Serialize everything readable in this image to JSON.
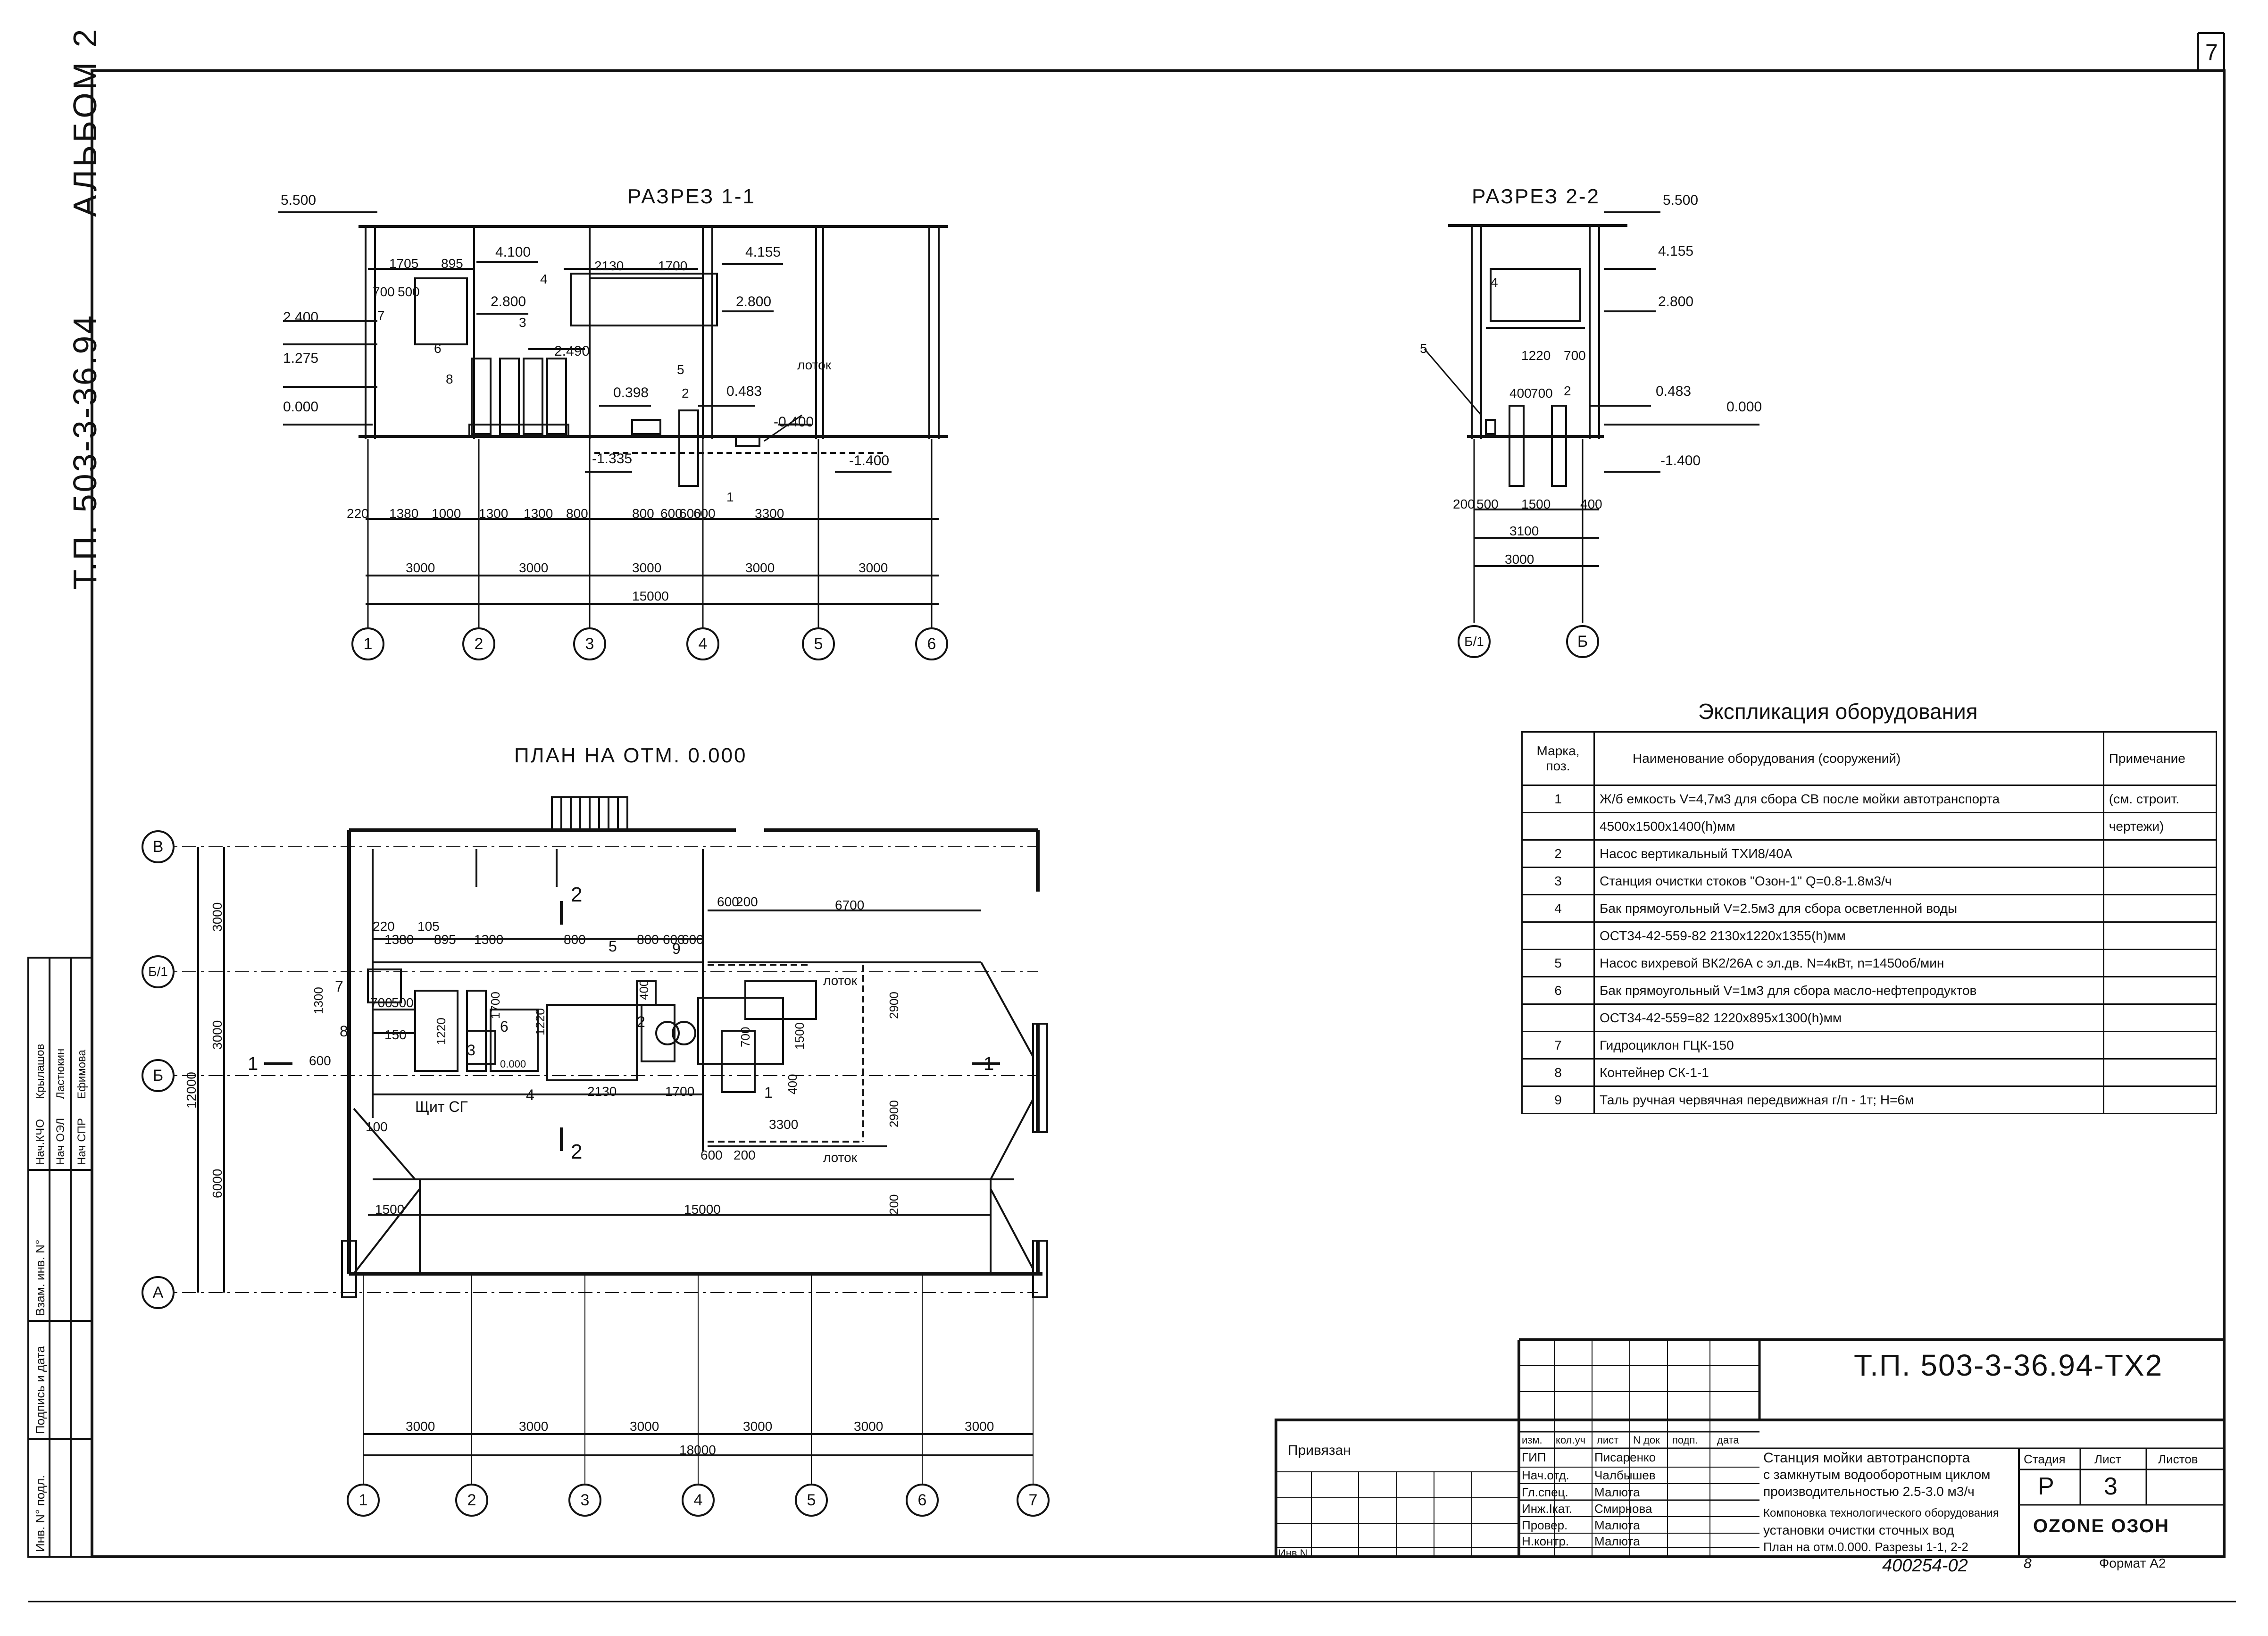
{
  "sheet": {
    "number": "7",
    "album": "АЛЬБОМ 2",
    "series_side": "Т.П. 503-3-36.94",
    "format": "Формат А2",
    "inventory_note": "400254-02",
    "inventory_suffix": "8"
  },
  "section11": {
    "title": "РАЗРЕЗ 1-1",
    "levels": [
      "5.500",
      "4.100",
      "4.155",
      "2.800",
      "2.800",
      "2.490",
      "2.400",
      "1.275",
      "0.000",
      "0.398",
      "0.483",
      "-0.400",
      "-1.335",
      "-1.400"
    ],
    "top_dims": [
      "1705",
      "895",
      "2130",
      "1700",
      "700",
      "500"
    ],
    "bottom_dims": [
      "220",
      "1380",
      "1000",
      "1300",
      "1300",
      "800",
      "800",
      "600",
      "600",
      "600",
      "3300"
    ],
    "spans": [
      "3000",
      "3000",
      "3000",
      "3000",
      "3000"
    ],
    "total": "15000",
    "axes": [
      "1",
      "2",
      "3",
      "4",
      "5",
      "6"
    ],
    "marks": [
      "7",
      "6",
      "3",
      "4",
      "8",
      "5",
      "2",
      "1"
    ],
    "lotok": "лоток"
  },
  "section22": {
    "title": "РАЗРЕЗ 2-2",
    "levels": [
      "5.500",
      "4.155",
      "2.800",
      "0.483",
      "0.000",
      "-1.400"
    ],
    "dims": [
      "1220",
      "700",
      "400",
      "700",
      "200",
      "500",
      "1500",
      "400",
      "3100",
      "3000"
    ],
    "axes": [
      "Б/1",
      "Б"
    ],
    "marks": [
      "4",
      "5",
      "2"
    ]
  },
  "plan": {
    "title": "ПЛАН НА ОТМ. 0.000",
    "row_axes": [
      "В",
      "Б/1",
      "Б",
      "А"
    ],
    "col_axes": [
      "1",
      "2",
      "3",
      "4",
      "5",
      "6",
      "7"
    ],
    "left_dims": [
      "3000",
      "3000",
      "6000",
      "12000"
    ],
    "spans": [
      "3000",
      "3000",
      "3000",
      "3000",
      "3000",
      "3000"
    ],
    "total": "18000",
    "inner_total": "15000",
    "left_offset": "1500",
    "dims_top": [
      "220",
      "1380",
      "105",
      "895",
      "1300",
      "800",
      "800",
      "600",
      "600",
      "600",
      "200",
      "6700"
    ],
    "dims_mid": [
      "1300",
      "700",
      "500",
      "1220",
      "1700",
      "1220",
      "600",
      "150",
      "2130",
      "1700",
      "3300",
      "2900",
      "2900",
      "1500",
      "700",
      "400",
      "600",
      "200",
      "200",
      "400",
      "100"
    ],
    "marks": [
      "7",
      "8",
      "3",
      "4",
      "5",
      "2",
      "1",
      "9",
      "6"
    ],
    "panel": "Щит СГ",
    "lotok": "лоток",
    "level_mark": "0.000",
    "cut1": "1",
    "cut2": "2"
  },
  "explication": {
    "title": "Экспликация оборудования",
    "headers": [
      "Марка, поз.",
      "Наименование оборудования (сооружений)",
      "Примечание"
    ],
    "rows": [
      {
        "pos": "1",
        "name": "Ж/б емкость V=4,7м3 для сбора СВ после мойки автотранспорта",
        "note": "(см. строит."
      },
      {
        "pos": "",
        "name": "4500х1500х1400(h)мм",
        "note": "чертежи)"
      },
      {
        "pos": "2",
        "name": "Насос вертикальный ТХИ8/40А",
        "note": ""
      },
      {
        "pos": "3",
        "name": "Станция очистки стоков \"Озон-1\" Q=0.8-1.8м3/ч",
        "note": ""
      },
      {
        "pos": "4",
        "name": "Бак прямоугольный V=2.5м3 для сбора осветленной воды",
        "note": ""
      },
      {
        "pos": "",
        "name": "ОСТ34-42-559-82   2130х1220х1355(h)мм",
        "note": ""
      },
      {
        "pos": "5",
        "name": "Насос вихревой ВК2/26А с эл.дв. N=4кВт, n=1450об/мин",
        "note": ""
      },
      {
        "pos": "6",
        "name": "Бак прямоугольный V=1м3 для сбора масло-нефтепродуктов",
        "note": ""
      },
      {
        "pos": "",
        "name": "ОСТ34-42-559=82   1220х895х1300(h)мм",
        "note": ""
      },
      {
        "pos": "7",
        "name": "Гидроциклон ГЦК-150",
        "note": ""
      },
      {
        "pos": "8",
        "name": "Контейнер СК-1-1",
        "note": ""
      },
      {
        "pos": "9",
        "name": "Таль ручная червячная передвижная  г/п - 1т; Н=6м",
        "note": ""
      }
    ]
  },
  "stamp": {
    "code": "Т.П. 503-3-36.94-ТХ2",
    "col_headers": [
      "изм.",
      "кол.уч",
      "лист",
      "N док",
      "подп.",
      "дата"
    ],
    "roles": [
      {
        "role": "ГИП",
        "name": "Писаренко"
      },
      {
        "role": "Нач.отд.",
        "name": "Чалбышев"
      },
      {
        "role": "Гл.спец.",
        "name": "Малюта"
      },
      {
        "role": "Инж.Iкат.",
        "name": "Смирнова"
      },
      {
        "role": "Провер.",
        "name": "Малюта"
      },
      {
        "role": "Н.контр.",
        "name": "Малюта"
      }
    ],
    "object_title": [
      "Станция мойки автотранспорта",
      "с замкнутым водооборотным циклом",
      "производительностью 2.5-3.0 м3/ч"
    ],
    "sheet_title": [
      "Компоновка технологического оборудования",
      "установки очистки сточных вод",
      "План на отм.0.000. Разрезы 1-1, 2-2"
    ],
    "stage_label": "Стадия",
    "sheet_label": "Лист",
    "sheets_label": "Листов",
    "stage": "Р",
    "sheet": "3",
    "firm": "OZONE ОЗОН",
    "bound": "Привязан",
    "inv": "Инв.N"
  },
  "sidebar": {
    "labels": [
      "Инв. N° подл.",
      "Подпись и дата",
      "Взам. инв. N°"
    ],
    "approvals": [
      "Нач.КЧО",
      "Нач ОЭЛ",
      "Нач СПР"
    ],
    "names": [
      "Крылашов",
      "Ластюкин",
      "Ефимова"
    ]
  }
}
